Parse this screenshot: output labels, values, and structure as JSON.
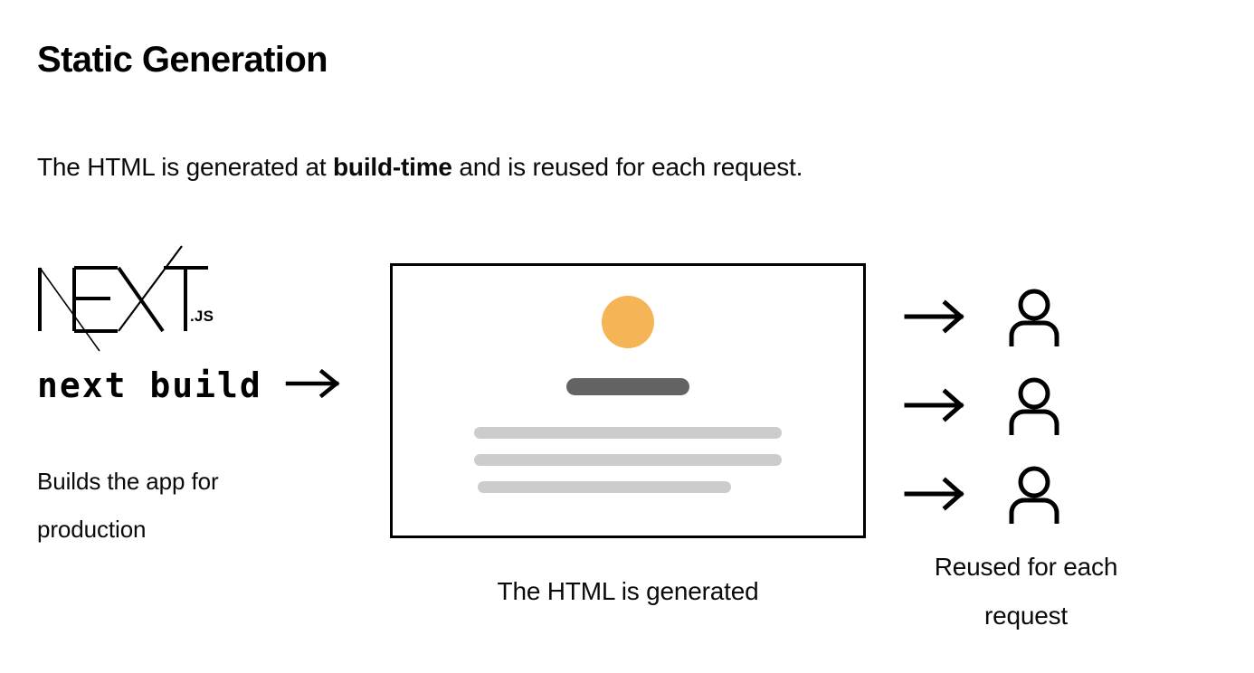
{
  "title": "Static Generation",
  "subtitle": {
    "before": "The HTML is generated at ",
    "emphasis": "build-time",
    "after": " and is reused for each request."
  },
  "logo": {
    "wordmark": "NEXT",
    "suffix": ".JS"
  },
  "build": {
    "command": "next build",
    "arrow": "arrow-right-icon",
    "description_line_1": "Builds the app for",
    "description_line_2": "production"
  },
  "mockup": {
    "caption": "The HTML is generated",
    "elements": {
      "avatar": "circle",
      "heading_bar": "bar",
      "text_lines": 3
    }
  },
  "requests": {
    "caption_line_1": "Reused for each",
    "caption_line_2": "request",
    "rows": [
      {
        "arrow": "arrow-right-icon",
        "user": "user-icon"
      },
      {
        "arrow": "arrow-right-icon",
        "user": "user-icon"
      },
      {
        "arrow": "arrow-right-icon",
        "user": "user-icon"
      }
    ]
  },
  "colors": {
    "background": "#ffffff",
    "text": "#000000",
    "accent_circle": "#F5B455",
    "heading_bar": "#636363",
    "text_line": "#CCCCCC",
    "border": "#000000"
  }
}
